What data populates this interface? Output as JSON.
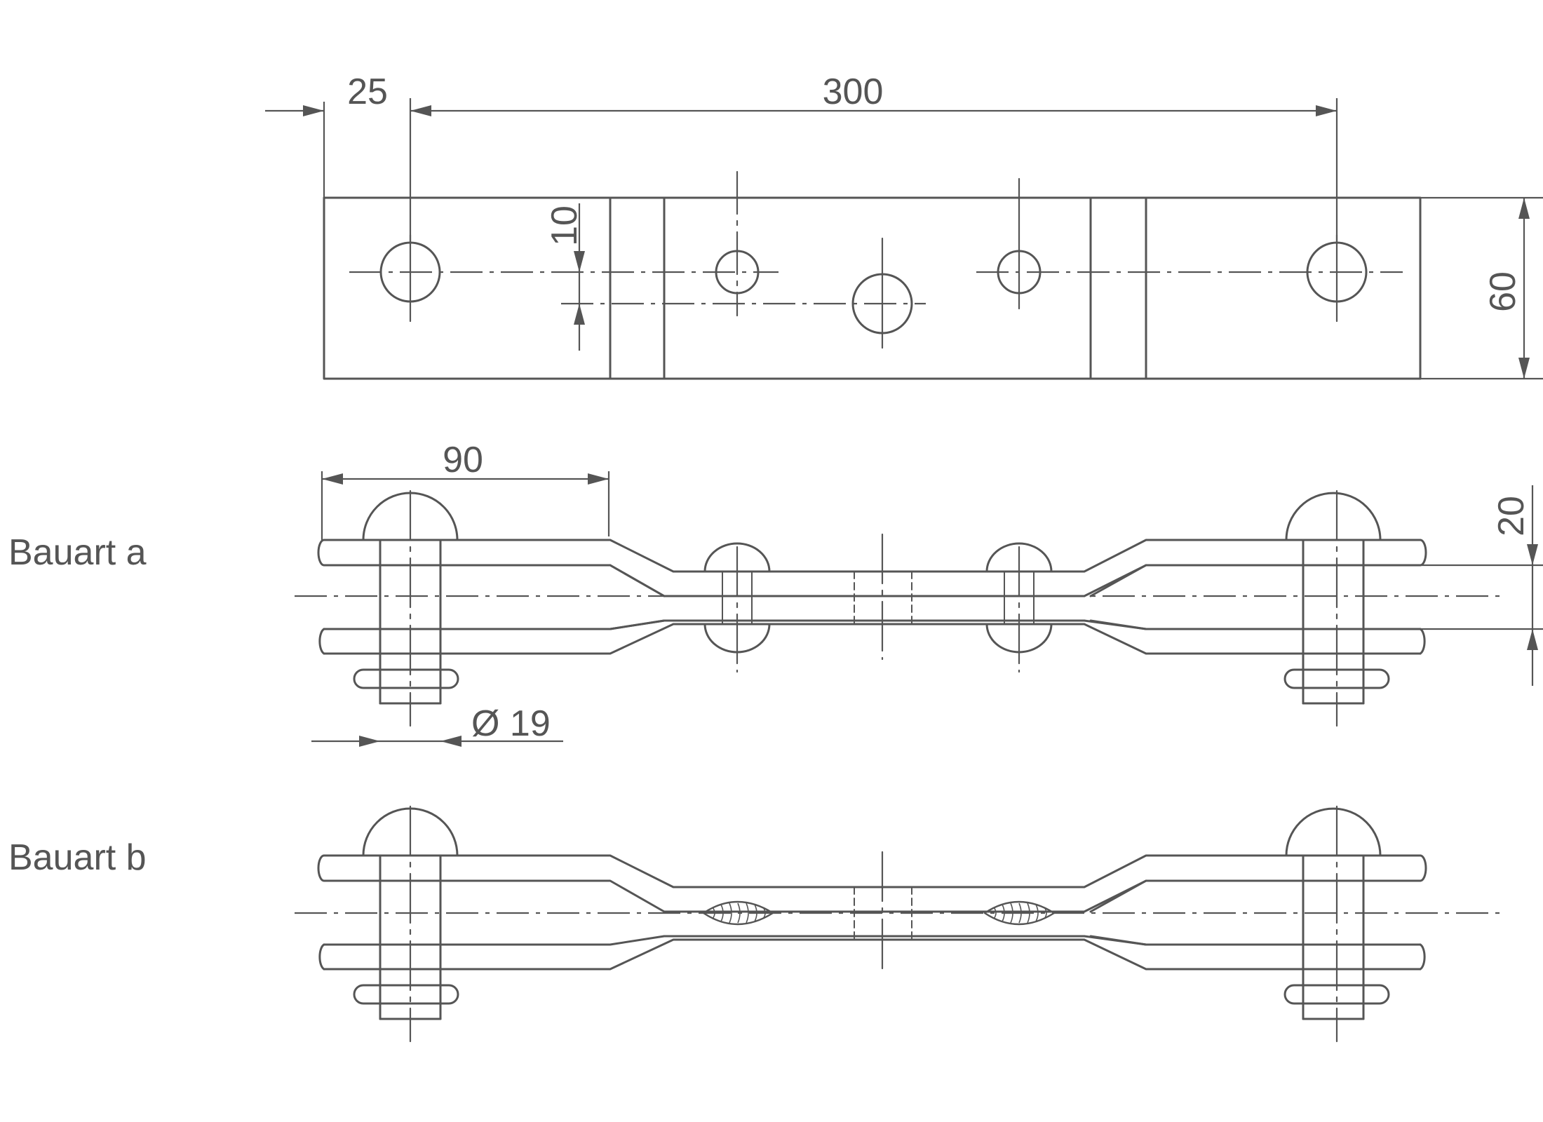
{
  "dimensions": {
    "top_left_offset": "25",
    "top_hole_spacing": "300",
    "top_hole_offset": "10",
    "top_height": "60",
    "side_flange_length": "90",
    "side_height": "20",
    "bolt_diameter": "Ø 19"
  },
  "variants": {
    "a": "Bauart a",
    "b": "Bauart b"
  }
}
